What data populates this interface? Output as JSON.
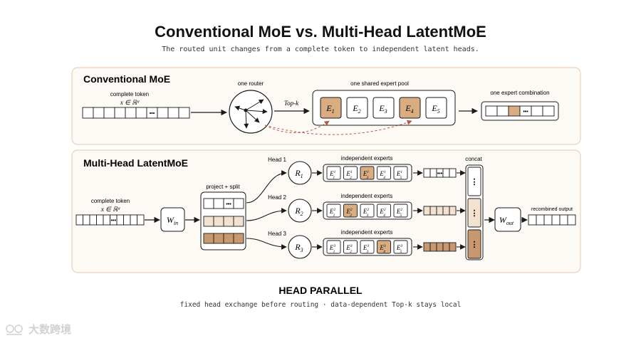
{
  "title": "Conventional MoE vs. Multi-Head LatentMoE",
  "subtitle": "The routed unit changes from a complete token to independent latent heads.",
  "colors": {
    "bg": "#ffffff",
    "panel_fill": "#fdfaf6",
    "panel_stroke": "#e8d2bb",
    "accent_mid": "#d9ac82",
    "accent_light": "#f3e2d0",
    "accent_dark": "#c89870",
    "dashed_arrow": "#b5593e",
    "ink": "#1a1a1a"
  },
  "conventional": {
    "heading": "Conventional MoE",
    "token_label": "complete token",
    "token_formula": "x ∈ ℝᵈ",
    "token_dots": "•••",
    "router_label": "one router",
    "topk_label": "Top-k",
    "pool_label": "one shared expert pool",
    "experts": [
      {
        "base": "E",
        "sub": "1",
        "highlight": true
      },
      {
        "base": "E",
        "sub": "2",
        "highlight": false
      },
      {
        "base": "E",
        "sub": "3",
        "highlight": false
      },
      {
        "base": "E",
        "sub": "4",
        "highlight": true
      },
      {
        "base": "E",
        "sub": "5",
        "highlight": false
      }
    ],
    "combination_label": "one expert combination",
    "combination_dots": "•••"
  },
  "multihead": {
    "heading": "Multi-Head LatentMoE",
    "token_label": "complete token",
    "token_formula": "x ∈ ℝᵈ",
    "token_dots": "•••",
    "w_in": {
      "base": "W",
      "sub": "in"
    },
    "split_label": "project + split",
    "split_dots": "•••",
    "heads": [
      {
        "label": "Head 1",
        "router": {
          "base": "R",
          "sub": "1"
        },
        "experts_label": "independent experts",
        "sup": "1",
        "experts": [
          "1",
          "2",
          "3",
          "4",
          "5"
        ],
        "highlight": [
          3
        ]
      },
      {
        "label": "Head 2",
        "router": {
          "base": "R",
          "sub": "2"
        },
        "experts_label": "independent experts",
        "sup": "2",
        "experts": [
          "1",
          "2",
          "3",
          "4",
          "5"
        ],
        "highlight": [
          2
        ]
      },
      {
        "label": "Head 3",
        "router": {
          "base": "R",
          "sub": "3"
        },
        "experts_label": "independent experts",
        "sup": "3",
        "experts": [
          "1",
          "2",
          "3",
          "4",
          "5"
        ],
        "highlight": [
          4
        ]
      }
    ],
    "head_out_dots": "•••",
    "concat_label": "concat",
    "concat_dots": "⋮",
    "w_out": {
      "base": "W",
      "sub": "out"
    },
    "output_label": "recombined output"
  },
  "footer": {
    "title": "HEAD PARALLEL",
    "subtitle": "fixed head exchange before routing · data-dependent Top-k stays local"
  },
  "watermark": {
    "text": "大数跨境"
  }
}
